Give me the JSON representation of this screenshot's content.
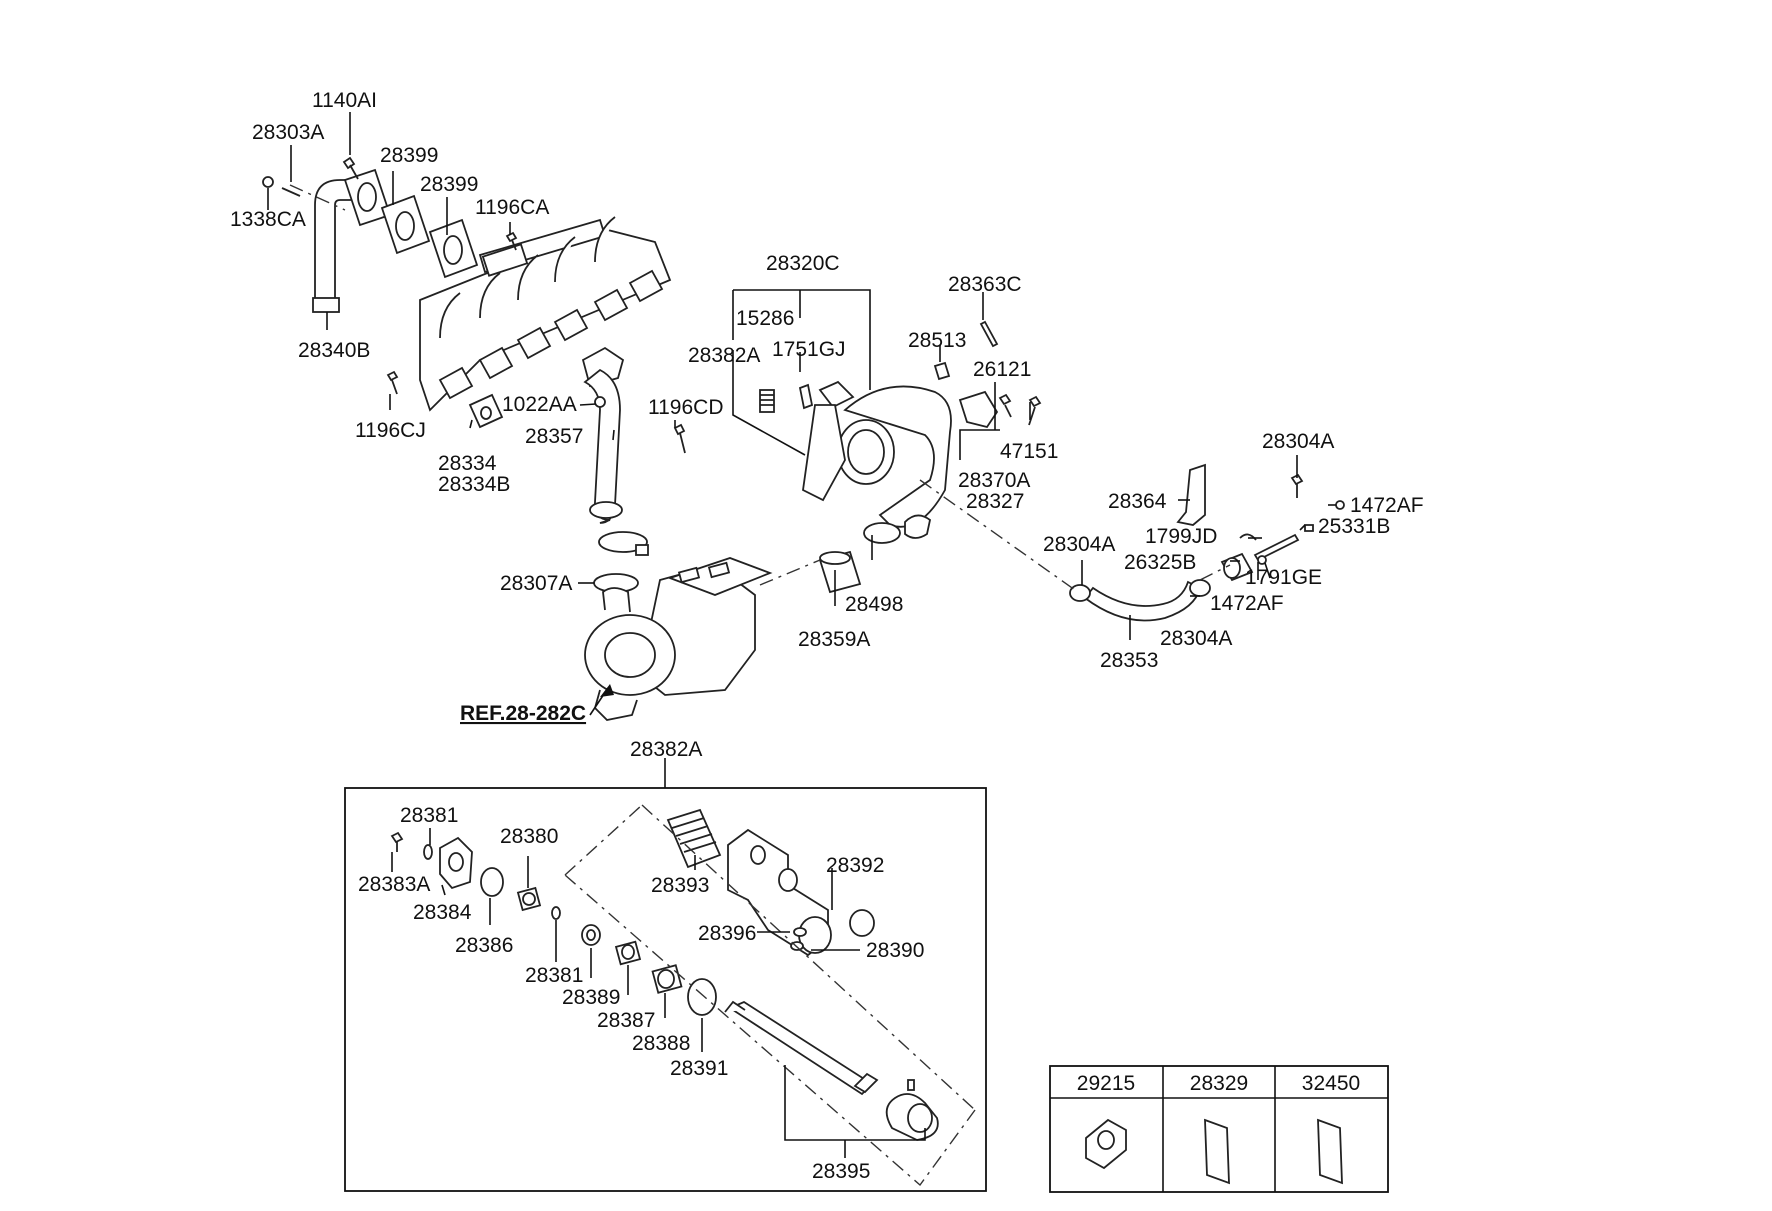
{
  "labels": {
    "p1140AI": "1140AI",
    "p28303A": "28303A",
    "p1338CA": "1338CA",
    "p28399a": "28399",
    "p28399b": "28399",
    "p1196CA": "1196CA",
    "p28340B": "28340B",
    "p1196CJ": "1196CJ",
    "p1022AA": "1022AA",
    "p1196CD": "1196CD",
    "p28357": "28357",
    "p28334": "28334",
    "p28334B": "28334B",
    "p28320C": "28320C",
    "p15286": "15286",
    "p28382Atop": "28382A",
    "p1751GJ": "1751GJ",
    "p28363C": "28363C",
    "p28513": "28513",
    "p26121": "26121",
    "p47151": "47151",
    "p28370A": "28370A",
    "p28327": "28327",
    "p28304Aa": "28304A",
    "p28364": "28364",
    "p1472AFa": "1472AF",
    "p1799JD": "1799JD",
    "p25331B": "25331B",
    "p28304Ab": "28304A",
    "p26325B": "26325B",
    "p1791GE": "1791GE",
    "p1472AFb": "1472AF",
    "p28304Ac": "28304A",
    "p28353": "28353",
    "p28307A": "28307A",
    "p28498": "28498",
    "p28359A": "28359A",
    "ref": "REF.28-282C",
    "p28382Ahead": "28382A",
    "p28381a": "28381",
    "p28383A": "28383A",
    "p28384": "28384",
    "p28380": "28380",
    "p28386": "28386",
    "p28393": "28393",
    "p28392": "28392",
    "p28396": "28396",
    "p28390": "28390",
    "p28381b": "28381",
    "p28389": "28389",
    "p28387": "28387",
    "p28388": "28388",
    "p28391": "28391",
    "p28395": "28395"
  },
  "legend_table": {
    "headers": [
      "29215",
      "28329",
      "32450"
    ]
  }
}
